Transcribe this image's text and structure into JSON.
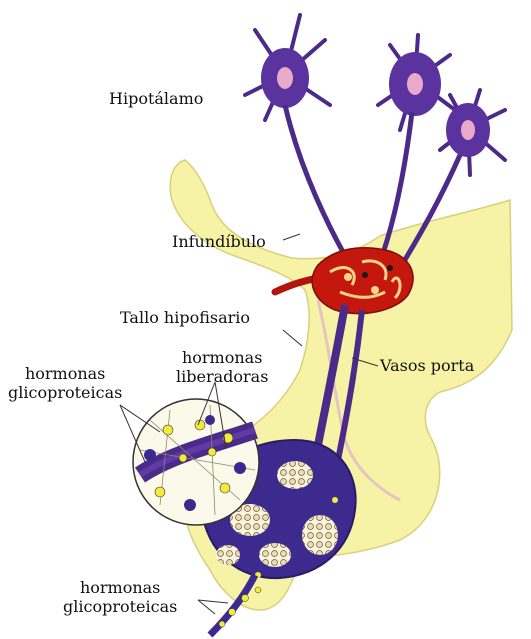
{
  "labels": {
    "hipotalamo": "Hipotálamo",
    "infundibulo": "Infundíbulo",
    "tallo": "Tallo hipofisario",
    "vasos_porta": "Vasos porta",
    "hormonas_liberadoras": [
      "hormonas",
      "liberadoras"
    ],
    "hormonas_glicoproteicas_top": [
      "hormonas",
      "glicoproteicas"
    ],
    "hormonas_glicoproteicas_bottom": [
      "hormonas",
      "glicoproteicas"
    ]
  },
  "colors": {
    "tissue_yellow": "#f7f3a6",
    "neuron_purple": "#4b2a8a",
    "portal_red": "#b3150e",
    "granule_yellow": "#f4ea3a",
    "line": "#333333"
  }
}
